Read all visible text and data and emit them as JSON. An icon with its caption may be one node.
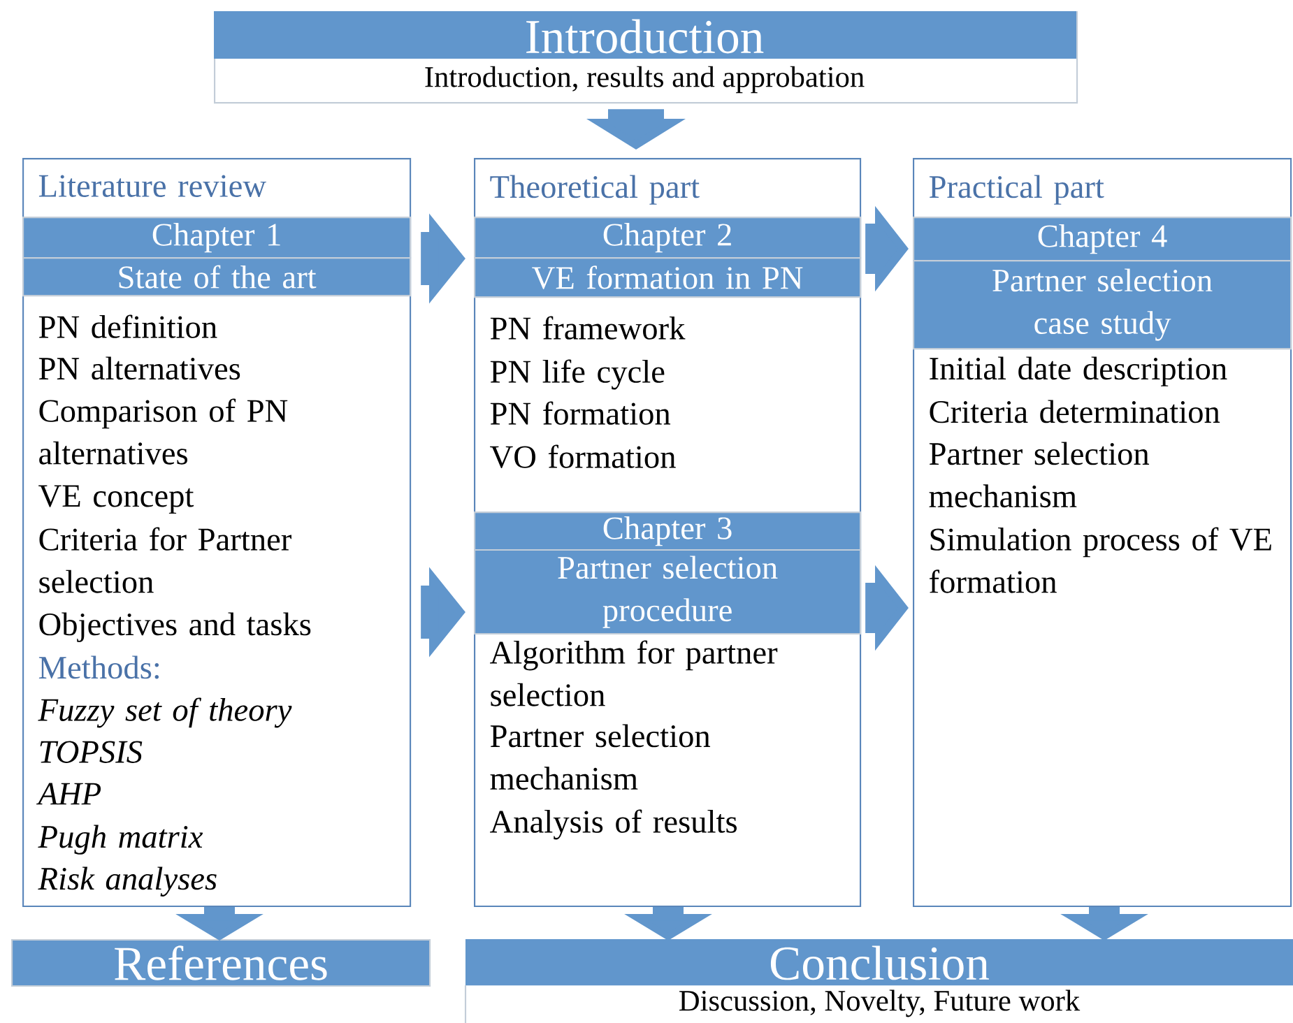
{
  "diagram": {
    "nodes": [
      {
        "text": [
          "Introduction",
          "Introduction, results and approbation"
        ]
      },
      {
        "text": [
          "Literature review",
          "PN definition",
          "PN alternatives",
          "Comparison of PN alternatives",
          "VE concept",
          "Criteria for Partner selection",
          "Objectives and tasks",
          "Methods:",
          "Fuzzy set of theory",
          "TOPSIS",
          "AHP",
          "Pugh matrix",
          "Risk analyses"
        ]
      },
      {
        "text": [
          "Chapter 1"
        ],
        "in": 1
      },
      {
        "text": [
          "State of the art"
        ],
        "in": 1
      },
      {
        "text": [
          "Theoretical part",
          "PN framework",
          "PN life cycle",
          "PN formation",
          "VO formation",
          "Algorithm for partner selection",
          "Partner selection mechanism",
          "Analysis of results"
        ]
      },
      {
        "text": [
          "Chapter 2"
        ],
        "in": 4
      },
      {
        "text": [
          "VE formation in PN"
        ],
        "in": 4
      },
      {
        "text": [
          "Chapter 3"
        ],
        "in": 4
      },
      {
        "text": [
          "Partner selection procedure"
        ],
        "in": 4
      },
      {
        "text": [
          "Practical part",
          "Initial date description",
          "Criteria determination",
          "Partner selection mechanism",
          "Simulation process of VE formation"
        ]
      },
      {
        "text": [
          "Chapter 4"
        ],
        "in": 9
      },
      {
        "text": [
          "Partner selection case study"
        ],
        "in": 9
      },
      {
        "text": [
          "References"
        ]
      },
      {
        "text": [
          "Conclusion",
          "Discussion, Novelty, Future work"
        ]
      }
    ],
    "edges": [
      {
        "from": 0,
        "to": 4,
        "arrow": "to"
      },
      {
        "from": 1,
        "to": 4,
        "arrow": "to"
      },
      {
        "from": 1,
        "to": 4,
        "arrow": "to"
      },
      {
        "from": 4,
        "to": 9,
        "arrow": "to"
      },
      {
        "from": 4,
        "to": 9,
        "arrow": "to"
      },
      {
        "from": 1,
        "to": 12,
        "arrow": "to"
      },
      {
        "from": 4,
        "to": 13,
        "arrow": "to"
      },
      {
        "from": 9,
        "to": 13,
        "arrow": "to"
      }
    ]
  }
}
